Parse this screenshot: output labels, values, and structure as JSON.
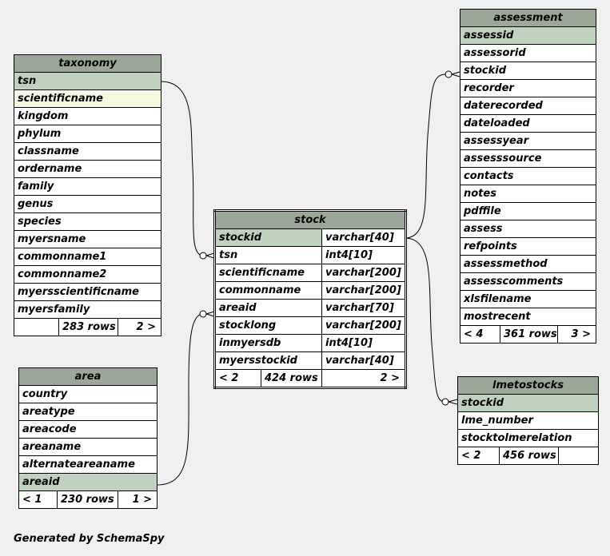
{
  "taxonomy": {
    "name": "taxonomy",
    "columns": [
      "tsn",
      "scientificname",
      "kingdom",
      "phylum",
      "classname",
      "ordername",
      "family",
      "genus",
      "species",
      "myersname",
      "commonname1",
      "commonname2",
      "myersscientificname",
      "myersfamily"
    ],
    "rows": "283 rows",
    "children": "2 >"
  },
  "assessment": {
    "name": "assessment",
    "columns": [
      "assessid",
      "assessorid",
      "stockid",
      "recorder",
      "daterecorded",
      "dateloaded",
      "assessyear",
      "assesssource",
      "contacts",
      "notes",
      "pdffile",
      "assess",
      "refpoints",
      "assessmethod",
      "assesscomments",
      "xlsfilename",
      "mostrecent"
    ],
    "parents": "< 4",
    "rows": "361 rows",
    "children": "3 >"
  },
  "stock": {
    "name": "stock",
    "columns": [
      {
        "name": "stockid",
        "type": "varchar[40]"
      },
      {
        "name": "tsn",
        "type": "int4[10]"
      },
      {
        "name": "scientificname",
        "type": "varchar[200]"
      },
      {
        "name": "commonname",
        "type": "varchar[200]"
      },
      {
        "name": "areaid",
        "type": "varchar[70]"
      },
      {
        "name": "stocklong",
        "type": "varchar[200]"
      },
      {
        "name": "inmyersdb",
        "type": "int4[10]"
      },
      {
        "name": "myersstockid",
        "type": "varchar[40]"
      }
    ],
    "parents": "< 2",
    "rows": "424 rows",
    "children": "2 >"
  },
  "area": {
    "name": "area",
    "columns": [
      "country",
      "areatype",
      "areacode",
      "areaname",
      "alternateareaname",
      "areaid"
    ],
    "parents": "< 1",
    "rows": "230 rows",
    "children": "1 >"
  },
  "lmetostocks": {
    "name": "lmetostocks",
    "columns": [
      "stockid",
      "lme_number",
      "stocktolmerelation"
    ],
    "parents": "< 2",
    "rows": "456 rows"
  },
  "footer": "Generated by SchemaSpy",
  "colors": {
    "header": "#9ba898",
    "primary_key": "#bfd2bd",
    "indexed": "#f7f8e0",
    "background": "#f0f0f0"
  }
}
